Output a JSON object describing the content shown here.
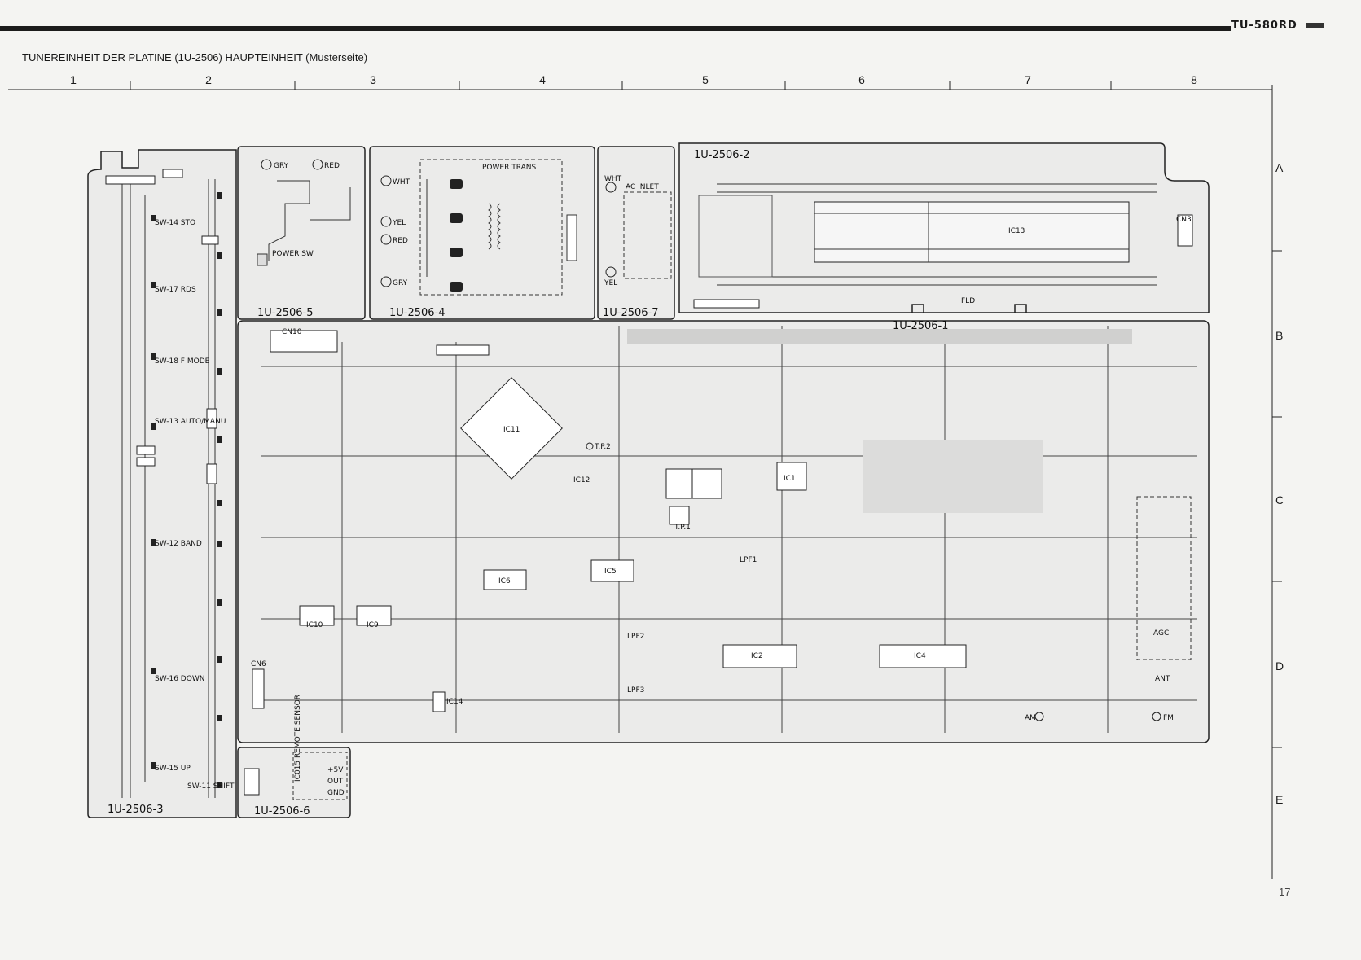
{
  "header": {
    "model": "TU-580RD"
  },
  "title": "TUNEREINHEIT DER PLATINE (1U-2506) HAUPTEINHEIT (Musterseite)",
  "grid": {
    "columns": [
      "1",
      "2",
      "3",
      "4",
      "5",
      "6",
      "7",
      "8"
    ],
    "rows": [
      "A",
      "B",
      "C",
      "D",
      "E"
    ]
  },
  "sections": {
    "s3": "1U-2506-3",
    "s5": "1U-2506-5",
    "s4": "1U-2506-4",
    "s7": "1U-2506-7",
    "s2": "1U-2506-2",
    "s1": "1U-2506-1",
    "s6": "1U-2506-6"
  },
  "labels": {
    "power_trans": "POWER TRANS",
    "ac_inlet": "AC INLET",
    "power_sw": "POWER SW",
    "fld": "FLD",
    "ic13": "IC13",
    "ic11": "IC11",
    "ic1": "IC1",
    "ic2": "IC2",
    "ic4": "IC4",
    "ic5": "IC5",
    "ic6": "IC6",
    "ic9": "IC9",
    "ic10": "IC10",
    "ic12": "IC12",
    "ic14": "IC14",
    "cn10": "CN10",
    "cn3": "CN3",
    "cn6": "CN6",
    "tp2": "T.P.2",
    "tp1": "T.P.1",
    "ant": "ANT",
    "am": "AM",
    "fm": "FM",
    "agc": "AGC",
    "lpf1": "LPF1",
    "lpf2": "LPF2",
    "lpf3": "LPF3",
    "wht": "WHT",
    "yel": "YEL",
    "red": "RED",
    "gry": "GRY",
    "sw_sto": "SW-14 STO",
    "sw_rds": "SW-17 RDS",
    "sw_fmode": "SW-18 F MODE",
    "sw_auto": "SW-13 AUTO/MANU",
    "sw_band": "SW-12 BAND",
    "sw_down": "SW-16 DOWN",
    "sw_up": "SW-15 UP",
    "sw_shift": "SW-11 SHIFT",
    "remote": "IC015 REMOTE SENSOR",
    "v5": "+5V",
    "out": "OUT",
    "gnd": "GND"
  },
  "page_number": "17"
}
